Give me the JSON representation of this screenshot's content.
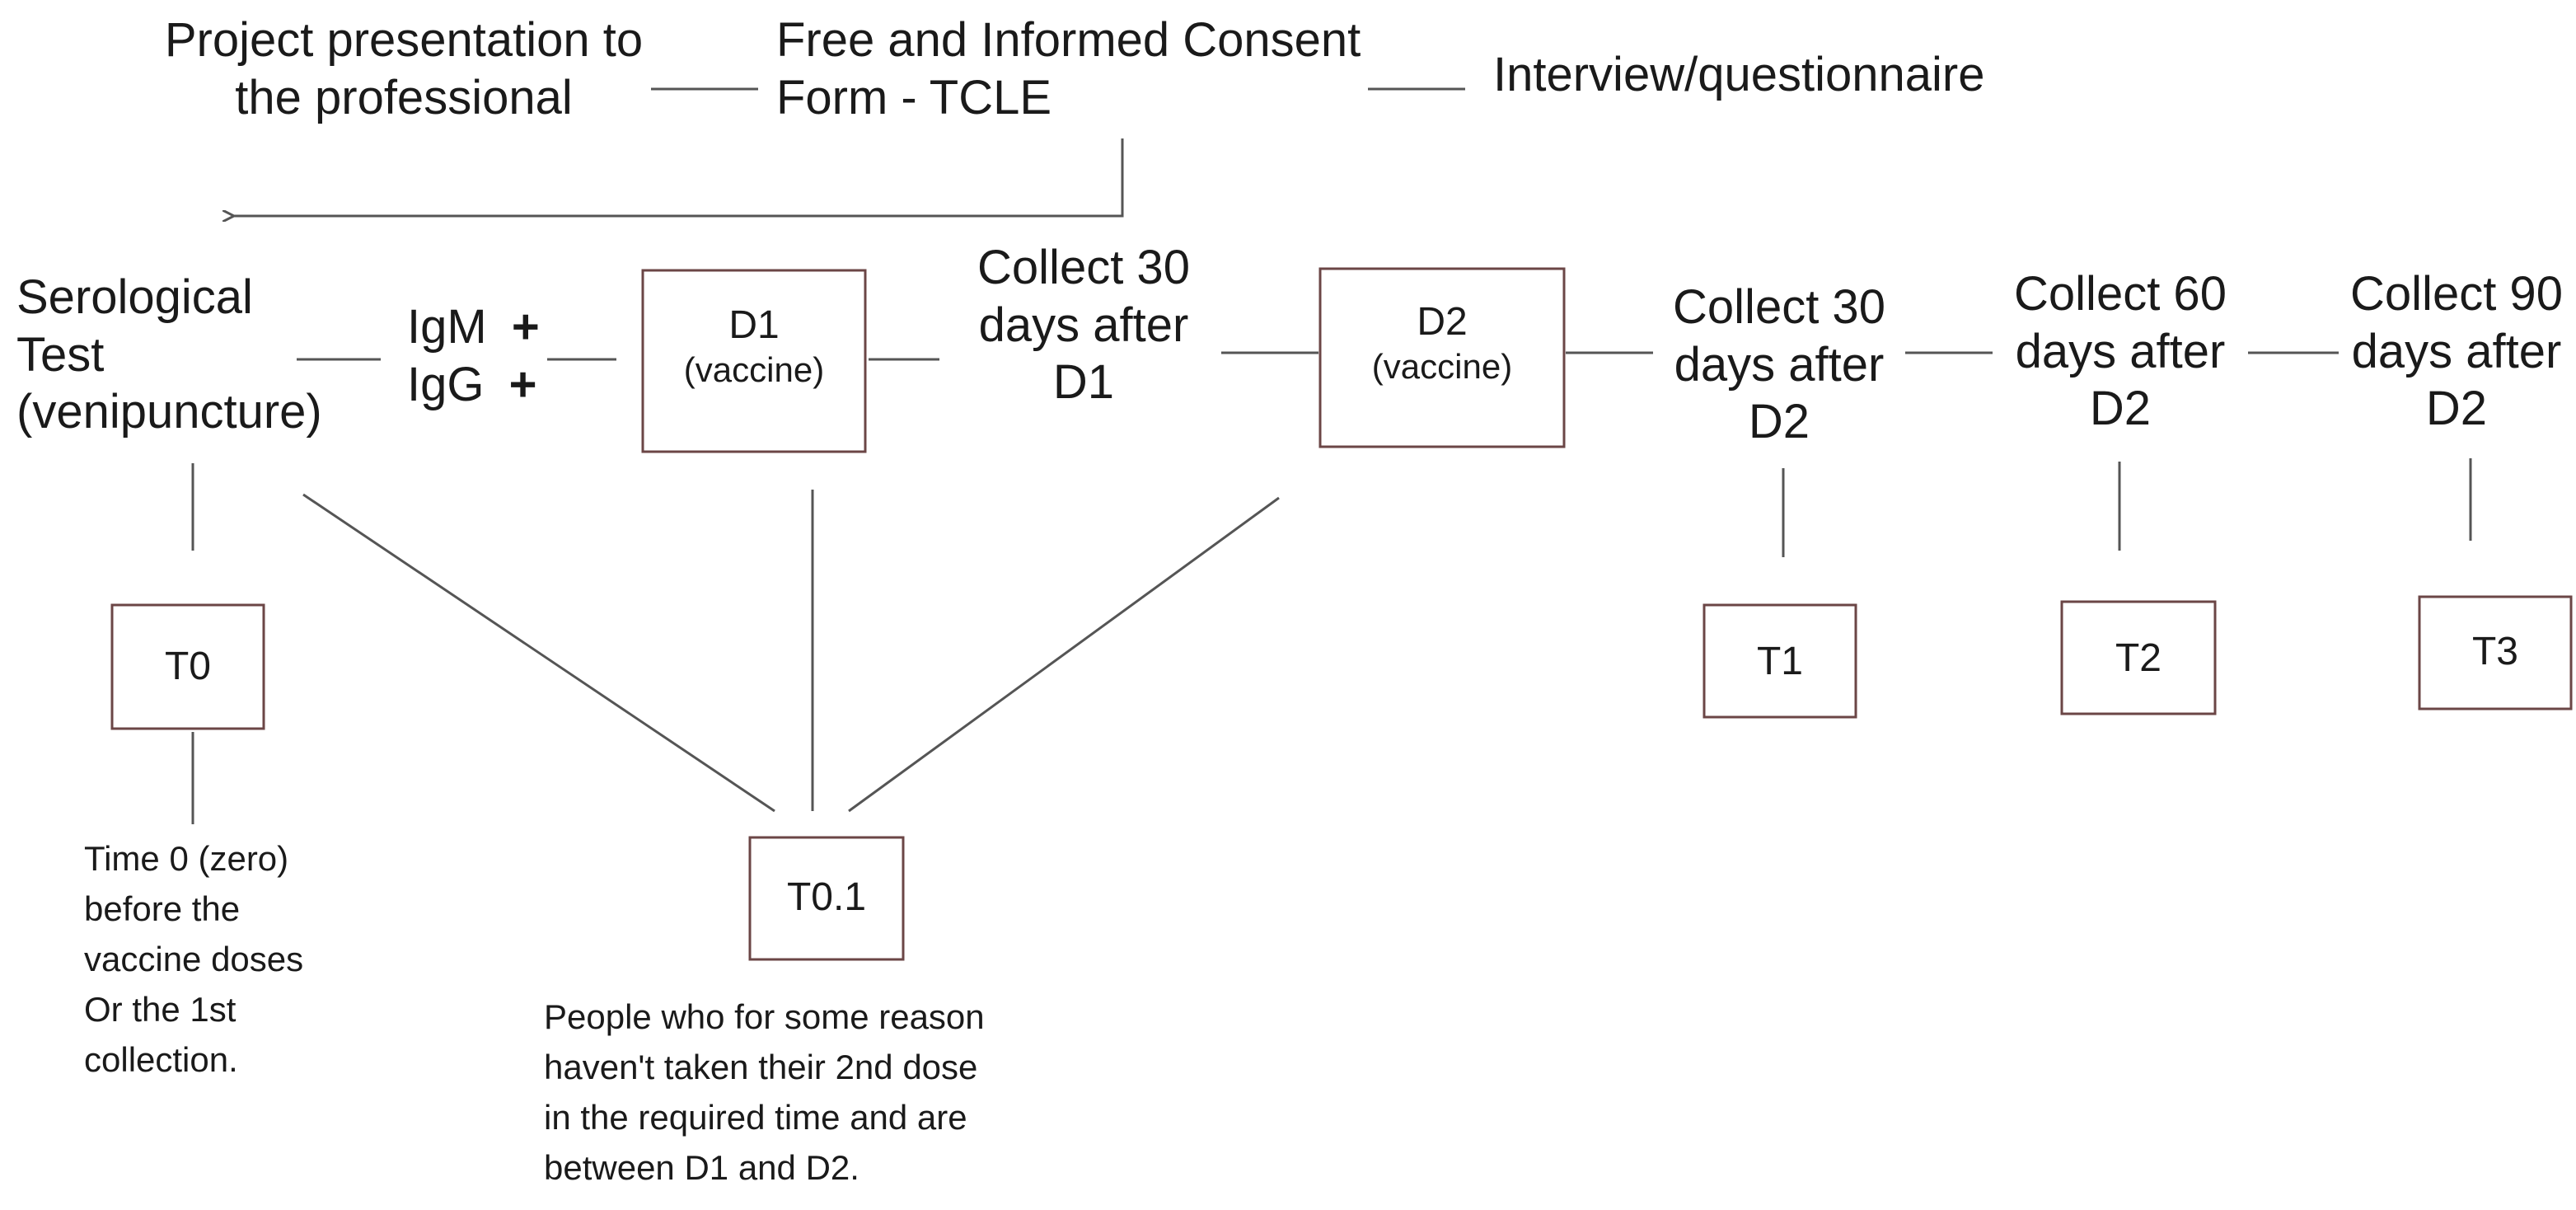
{
  "top_row": {
    "project_presentation": [
      "Project presentation to",
      "the professional"
    ],
    "consent_form": [
      "Free and Informed  Consent",
      "Form - TCLE"
    ],
    "interview": "Interview/questionnaire"
  },
  "serological_test": [
    "Serological",
    "Test",
    "(venipuncture)"
  ],
  "antibodies": {
    "igm": "IgM",
    "igg": "IgG",
    "plus_sign": "+"
  },
  "d1_box": {
    "title": "D1",
    "subtitle": "(vaccine)"
  },
  "collect_d1": [
    "Collect 30",
    "days after",
    "D1"
  ],
  "d2_box": {
    "title": "D2",
    "subtitle": "(vaccine)"
  },
  "collect_30_d2": [
    "Collect 30",
    "days after",
    "D2"
  ],
  "collect_60_d2": [
    "Collect 60",
    "days after",
    "D2"
  ],
  "collect_90_d2": [
    "Collect 90",
    "days after",
    "D2"
  ],
  "timepoints": {
    "t0": "T0",
    "t0_1": "T0.1",
    "t1": "T1",
    "t2": "T2",
    "t3": "T3"
  },
  "notes": {
    "t0_note": [
      "Time 0 (zero)",
      "before the",
      "vaccine doses",
      "Or the 1st",
      "collection."
    ],
    "t0_1_note": [
      "People who for some reason",
      "haven't  taken their 2nd dose",
      "in the required time and are",
      "between D1 and D2."
    ]
  },
  "colors": {
    "line": "#555555",
    "box_border": "#6b4646",
    "text": "#1a1a1a"
  }
}
